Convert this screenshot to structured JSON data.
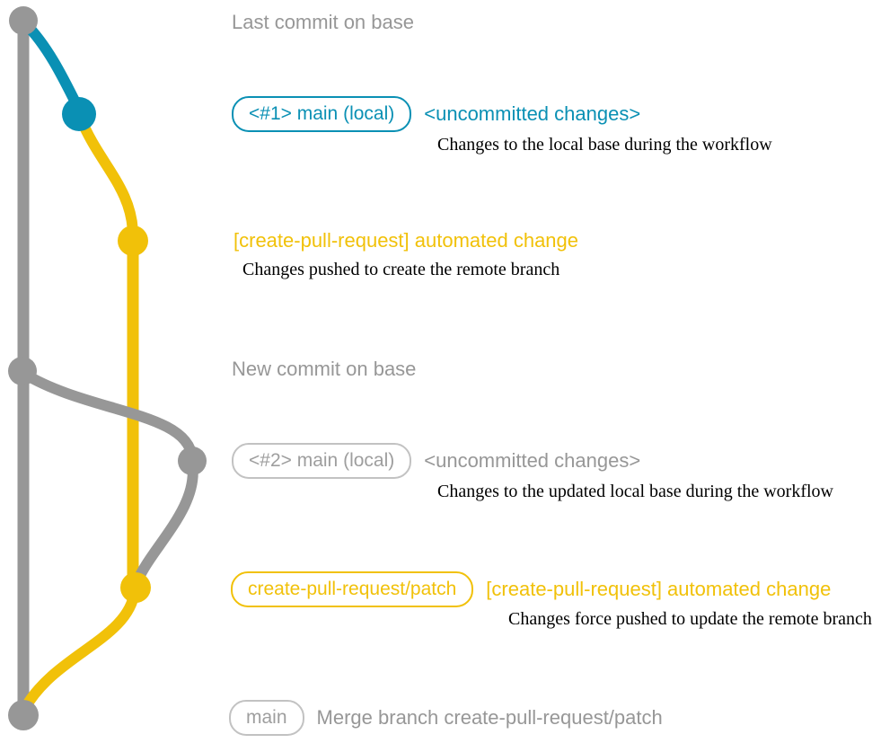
{
  "colors": {
    "base_gray": "#979797",
    "local_blue": "#0a90b4",
    "branch_yellow": "#f1c109",
    "description_black": "#000000",
    "background": "#ffffff"
  },
  "rows": [
    {
      "heading": "Last commit on base"
    },
    {
      "badge": "<#1> main (local)",
      "heading": "<uncommitted changes>",
      "description": "Changes to the local base during the workflow"
    },
    {
      "heading": "[create-pull-request] automated change",
      "description": "Changes pushed to create the remote branch"
    },
    {
      "heading": "New commit on base"
    },
    {
      "badge": "<#2> main (local)",
      "heading": "<uncommitted changes>",
      "description": "Changes to the updated local base during the workflow"
    },
    {
      "badge": "create-pull-request/patch",
      "heading": "[create-pull-request] automated change",
      "description": "Changes force pushed to update the remote branch"
    },
    {
      "badge": "main",
      "heading": "Merge branch create-pull-request/patch"
    }
  ],
  "graph": {
    "branches": [
      {
        "name": "base",
        "color": "#979797"
      },
      {
        "name": "main (local)",
        "color": "#0a90b4"
      },
      {
        "name": "create-pull-request/patch",
        "color": "#f1c109"
      }
    ],
    "commits": [
      {
        "name": "last-commit-on-base",
        "branch": "base"
      },
      {
        "name": "main-local-1-uncommitted-changes",
        "branch": "main (local)"
      },
      {
        "name": "automated-change-1",
        "branch": "create-pull-request/patch"
      },
      {
        "name": "new-commit-on-base",
        "branch": "base"
      },
      {
        "name": "main-local-2-uncommitted-changes",
        "branch": "base"
      },
      {
        "name": "automated-change-2-force-push",
        "branch": "create-pull-request/patch"
      },
      {
        "name": "merge-commit",
        "branch": "base"
      }
    ]
  }
}
